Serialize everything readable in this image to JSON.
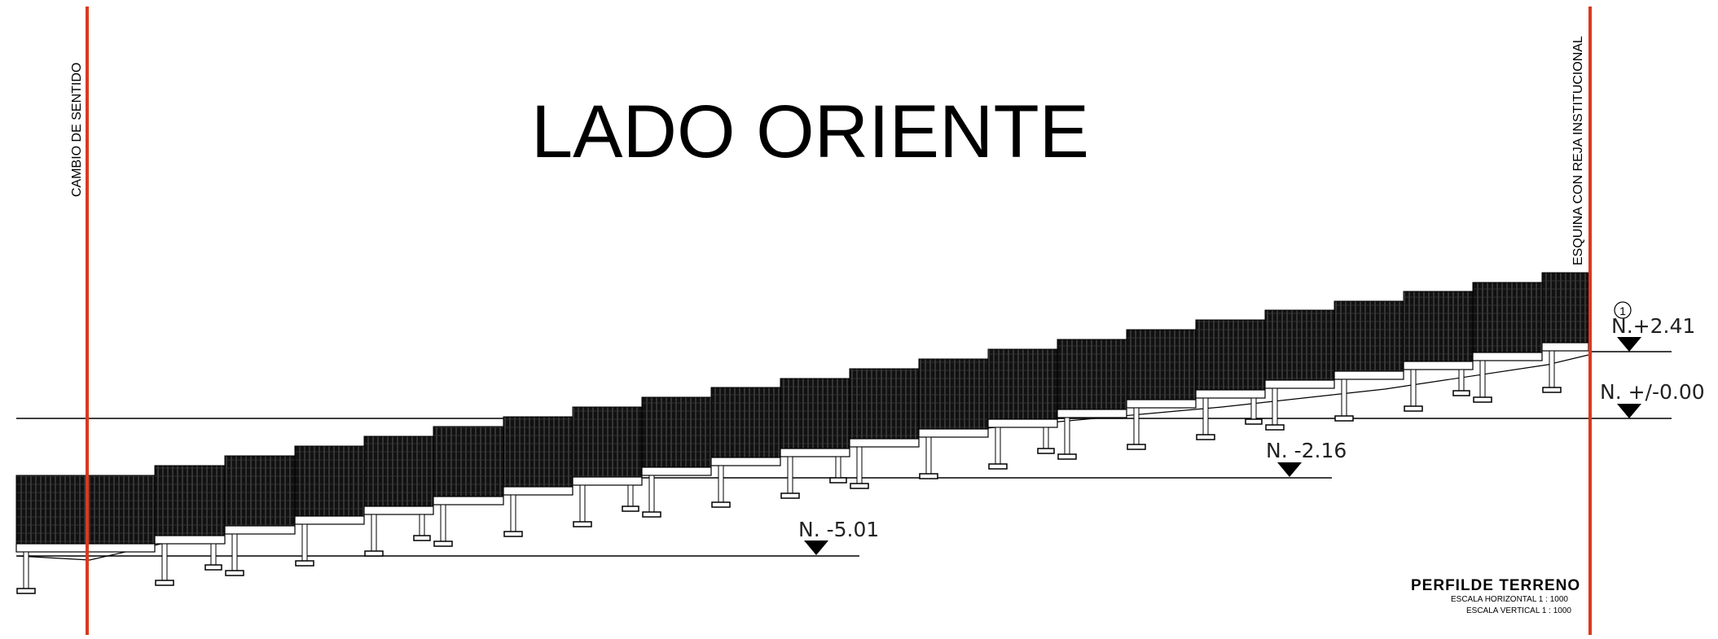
{
  "drawing": {
    "title": "LADO ORIENTE",
    "left_marker_label": "CAMBIO DE SENTIDO",
    "right_marker_label": "ESQUINA CON REJA INSTITUCIONAL",
    "circle_marker": "1",
    "levels": [
      {
        "label": "N.+2.41"
      },
      {
        "label": "N.  +/-0.00"
      },
      {
        "label": "N.  -2.16"
      },
      {
        "label": "N.  -5.01"
      }
    ],
    "stamp": {
      "title": "PERFILDE  TERRENO",
      "scale_h": "ESCALA  HORIZONTAL  1 : 1000",
      "scale_v": "ESCALA  VERTICAL  1 : 1000"
    },
    "colors": {
      "marker_line": "#d93a1f",
      "ink": "#000000"
    }
  }
}
